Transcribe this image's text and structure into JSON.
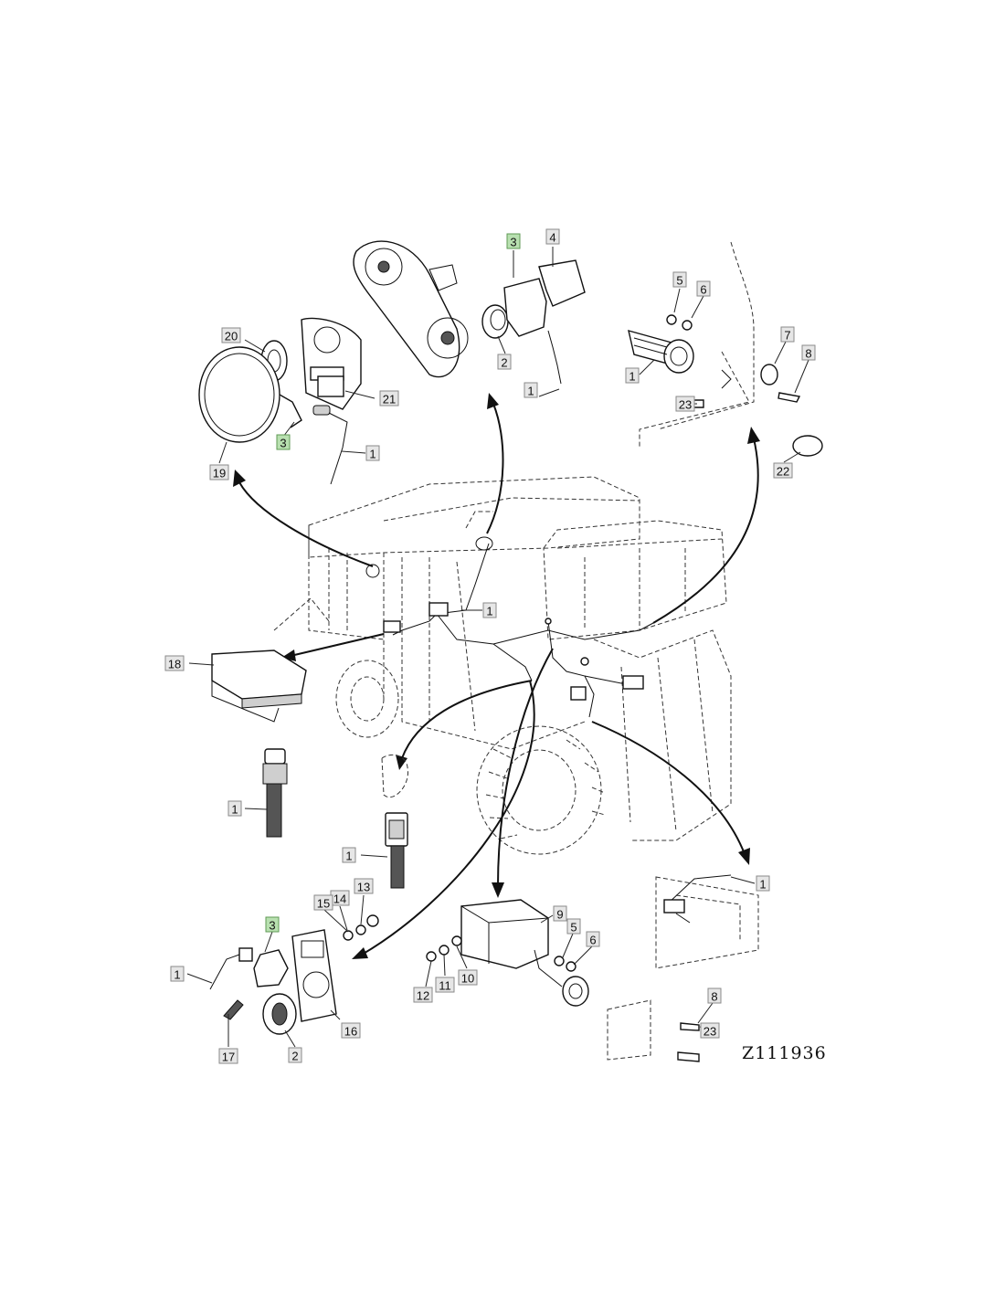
{
  "drawing_ref": "Z111936",
  "callouts": {
    "c1_top_center": "1",
    "c2_top_center": "2",
    "c3_top_center": "3",
    "c4_top_center": "4",
    "c20": "20",
    "c21": "21",
    "c3_left": "3",
    "c1_left_top": "1",
    "c19": "19",
    "c5_right": "5",
    "c6_right": "6",
    "c7": "7",
    "c8_right": "8",
    "c1_right_top": "1",
    "c23_right": "23",
    "c22": "22",
    "c1_harness": "1",
    "c18": "18",
    "c1_left_mid": "1",
    "c1_center_mid": "1",
    "c14": "14",
    "c13": "13",
    "c15": "15",
    "c3_bottom": "3",
    "c1_bottom_left": "1",
    "c16": "16",
    "c17": "17",
    "c2_bottom": "2",
    "c9": "9",
    "c5_bottom": "5",
    "c6_bottom": "6",
    "c12": "12",
    "c11": "11",
    "c10": "10",
    "c1_bottom_right": "1",
    "c8_bottom": "8",
    "c23_bottom": "23"
  },
  "highlight_color": "#b8e0b0"
}
